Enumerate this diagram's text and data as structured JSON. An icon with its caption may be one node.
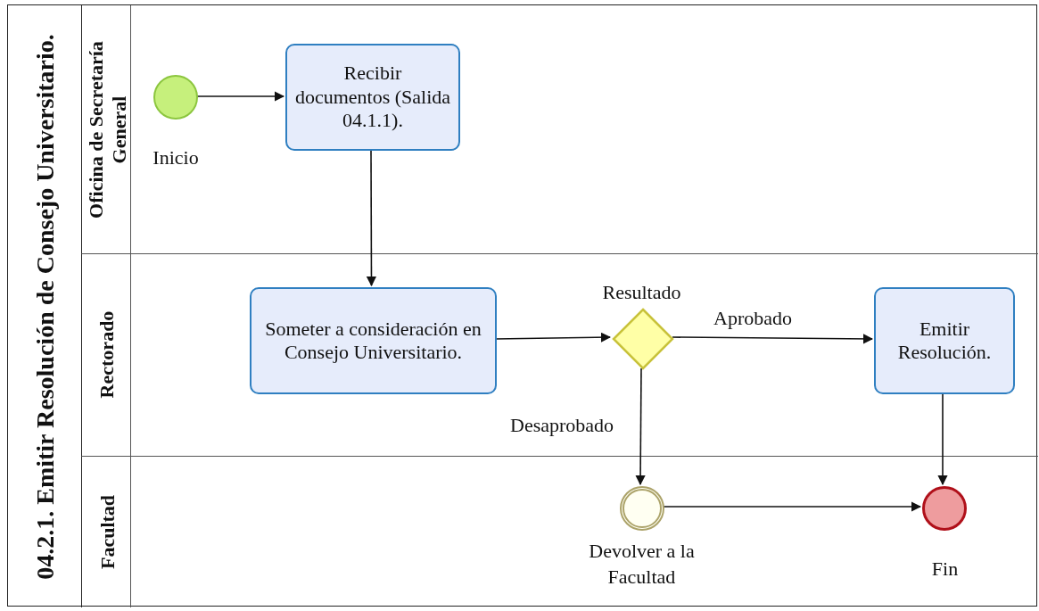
{
  "diagram": {
    "nodes": [
      {
        "text": [
          "04.2.1. Emitir Resolución de Consejo Universitario."
        ]
      },
      {
        "text": [
          "Oficina de Secretaría General"
        ],
        "in": 0
      },
      {
        "text": [
          "Rectorado"
        ],
        "in": 0
      },
      {
        "text": [
          "Facultad"
        ],
        "in": 0
      },
      {
        "text": [],
        "shape": "circle",
        "beside": [
          "Inicio"
        ],
        "in": 1
      },
      {
        "text": [
          "Recibir documentos (Salida 04.1.1)."
        ],
        "in": 1
      },
      {
        "text": [
          "Someter a consideración en Consejo Universitario."
        ],
        "in": 2
      },
      {
        "text": [],
        "shape": "diamond",
        "beside": [
          "Resultado"
        ],
        "in": 2
      },
      {
        "text": [
          "Emitir Resolución."
        ],
        "in": 2
      },
      {
        "text": [],
        "shape": "circle",
        "beside": [
          "Devolver a la Facultad"
        ],
        "in": 3
      },
      {
        "text": [],
        "shape": "circle",
        "beside": [
          "Fin"
        ],
        "in": 3
      }
    ],
    "edges": [
      {
        "from": 4,
        "to": 5,
        "arrow": "to"
      },
      {
        "from": 5,
        "to": 6,
        "arrow": "to"
      },
      {
        "from": 6,
        "to": 7,
        "arrow": "to"
      },
      {
        "from": 7,
        "to": 8,
        "arrow": "to",
        "label": "Aprobado"
      },
      {
        "from": 7,
        "to": 9,
        "arrow": "to",
        "label": "Desaprobado"
      },
      {
        "from": 8,
        "to": 10,
        "arrow": "to"
      },
      {
        "from": 9,
        "to": 10,
        "arrow": "to"
      }
    ]
  }
}
